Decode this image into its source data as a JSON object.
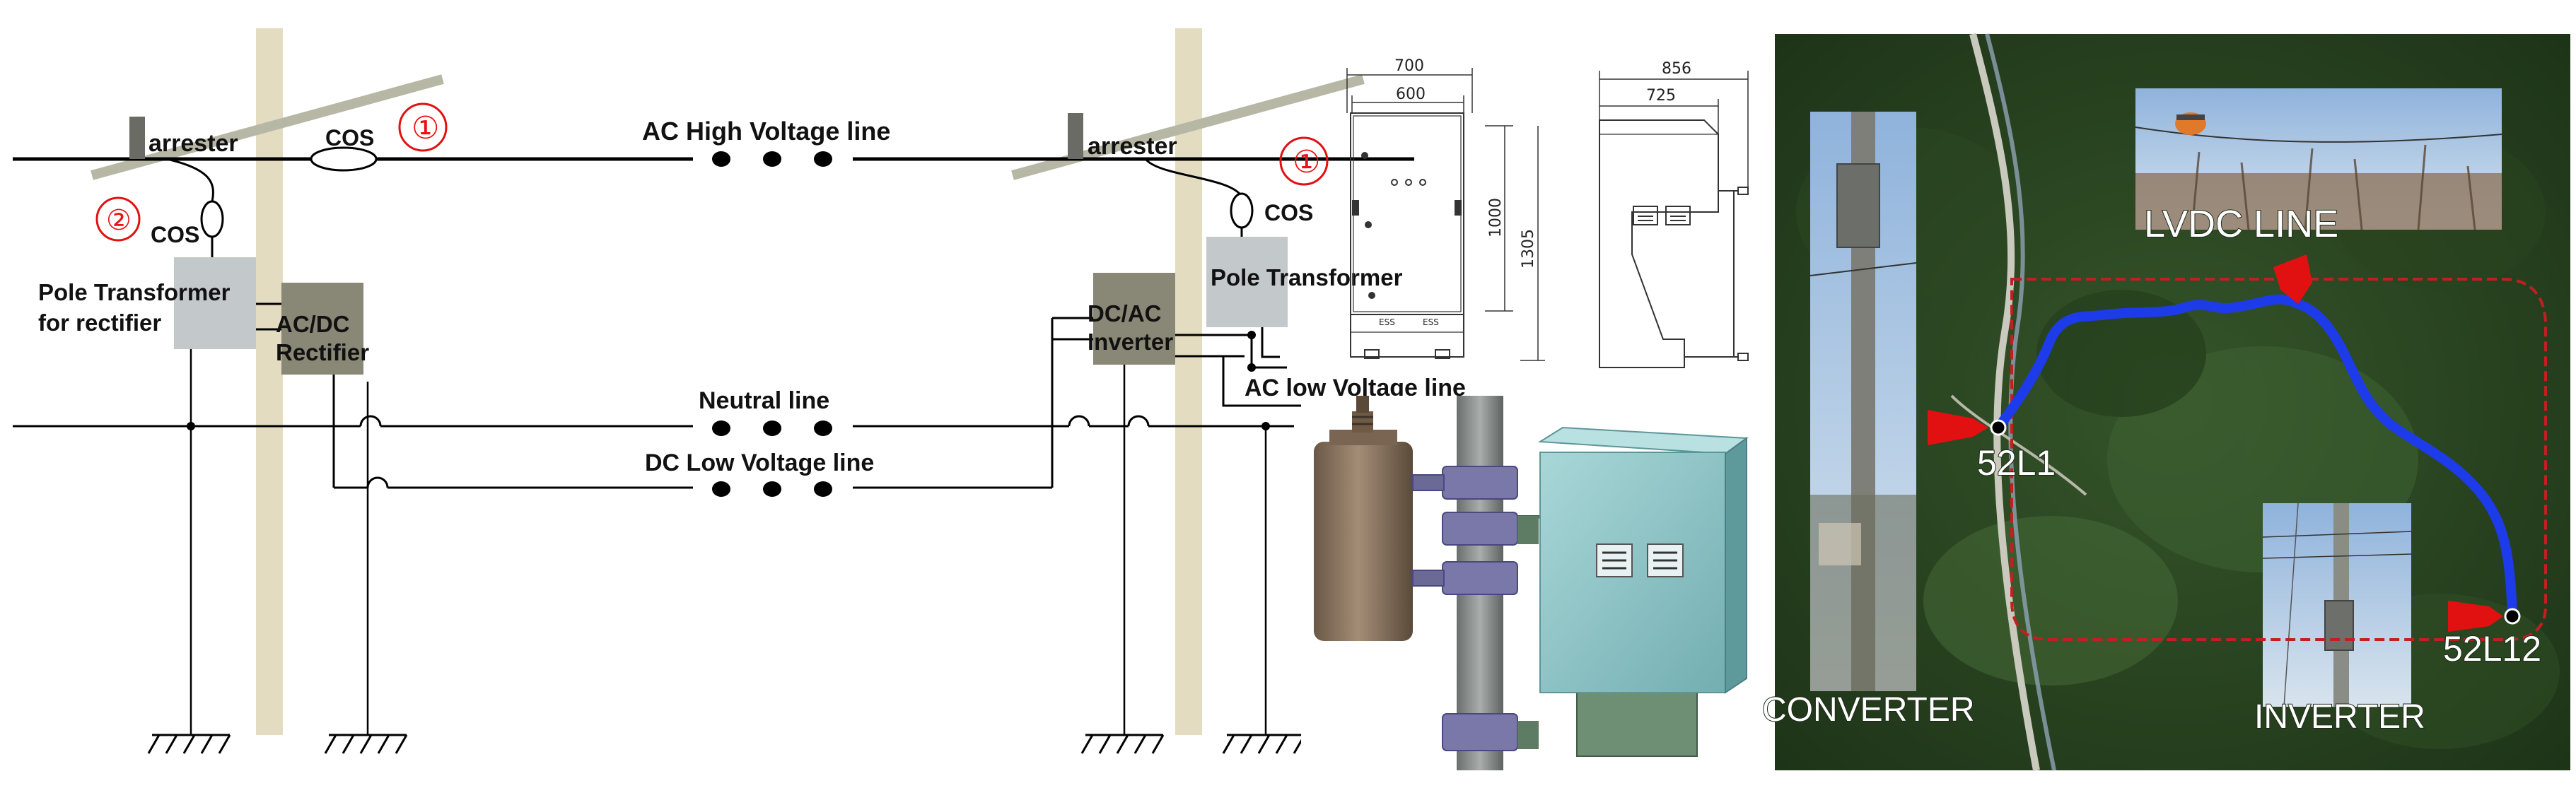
{
  "colors": {
    "pole": "#e3dcc0",
    "transformer": "#c3c8cb",
    "converter_box": "#898775",
    "arrester": "#6b6b66",
    "crossarm": "#b7b7a6",
    "marker_red": "#e11111",
    "map_route": "#1d3be8",
    "map_boundary": "#c02020"
  },
  "icons": {
    "ground": "ground-symbol-icon",
    "bridge": "wire-crossover-icon",
    "circled_numbers": "circled-digit-icon"
  },
  "left_diagram": {
    "arrester_left": "arrester",
    "cos_top": "COS",
    "marker_1": "①",
    "marker_2": "②",
    "cos_left": "COS",
    "pole_transformer_line1": "Pole Transformer",
    "pole_transformer_line2": "for rectifier",
    "rectifier_line1": "AC/DC",
    "rectifier_line2": "Rectifier",
    "ac_high_voltage": "AC High Voltage line",
    "neutral_line": "Neutral line",
    "dc_low_voltage": "DC Low Voltage line",
    "arrester_right": "arrester",
    "marker_1_right": "①",
    "cos_right": "COS",
    "pole_transformer_right": "Pole Transformer",
    "inverter_line1": "DC/AC",
    "inverter_line2": "Inverter",
    "ac_low_voltage": "AC low Voltage line"
  },
  "drawing": {
    "dim_700": "700",
    "dim_600": "600",
    "dim_1000": "1000",
    "dim_1305": "1305",
    "dim_856": "856",
    "dim_725": "725",
    "tag_left": "ESS",
    "tag_right": "ESS"
  },
  "map": {
    "lvdc_line": "LVDC LINE",
    "node_52l1": "52L1",
    "node_52l12": "52L12",
    "converter": "CONVERTER",
    "inverter": "INVERTER"
  }
}
